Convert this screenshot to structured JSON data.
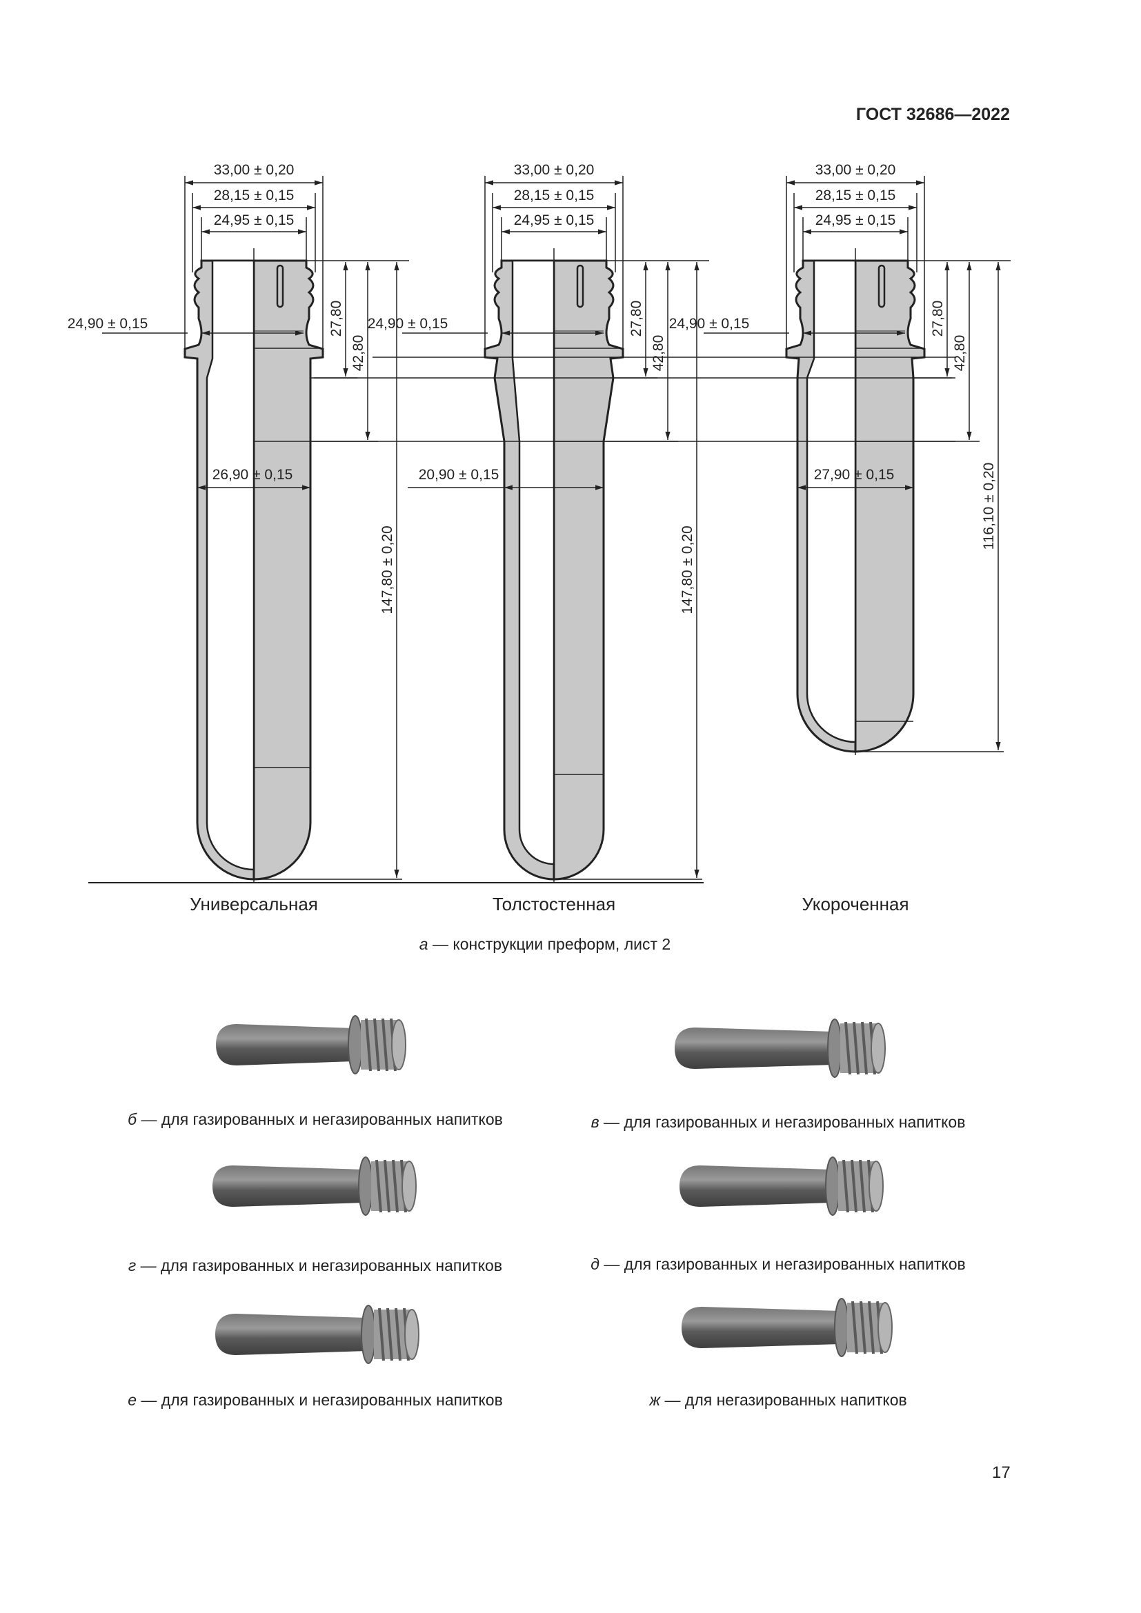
{
  "header": {
    "standard": "ГОСТ 32686—2022"
  },
  "figure_a": {
    "preforms": [
      {
        "name": "Универсальная",
        "dims": {
          "d_ring": "33,00 ± 0,20",
          "d_thread": "28,15 ± 0,15",
          "d_top": "24,95 ± 0,15",
          "d_neck": "24,90 ± 0,15",
          "d_body": "26,90 ± 0,15",
          "h1": "27,80",
          "h2": "42,80",
          "h_total": "147,80 ± 0,20"
        }
      },
      {
        "name": "Толстостенная",
        "dims": {
          "d_ring": "33,00 ± 0,20",
          "d_thread": "28,15 ± 0,15",
          "d_top": "24,95 ± 0,15",
          "d_neck": "24,90 ± 0,15",
          "d_body": "20,90 ± 0,15",
          "h1": "27,80",
          "h2": "42,80",
          "h_total": "147,80 ± 0,20"
        }
      },
      {
        "name": "Укороченная",
        "dims": {
          "d_ring": "33,00 ± 0,20",
          "d_thread": "28,15 ± 0,15",
          "d_top": "24,95 ± 0,15",
          "d_neck": "24,90 ± 0,15",
          "d_body": "27,90 ± 0,15",
          "h1": "27,80",
          "h2": "42,80",
          "h_total": "116,10 ± 0,20"
        }
      }
    ],
    "caption_letter": "а",
    "caption_text": " — конструкции преформ, лист 2"
  },
  "photos": [
    {
      "letter": "б",
      "text": " — для газированных и негазированных напитков"
    },
    {
      "letter": "в",
      "text": " — для газированных и негазированных напитков"
    },
    {
      "letter": "г",
      "text": " — для газированных и негазированных напитков"
    },
    {
      "letter": "д",
      "text": " — для газированных и негазированных напитков"
    },
    {
      "letter": "е",
      "text": " — для газированных и негазированных напитков"
    },
    {
      "letter": "ж",
      "text": " — для негазированных напитков"
    }
  ],
  "page_number": "17"
}
